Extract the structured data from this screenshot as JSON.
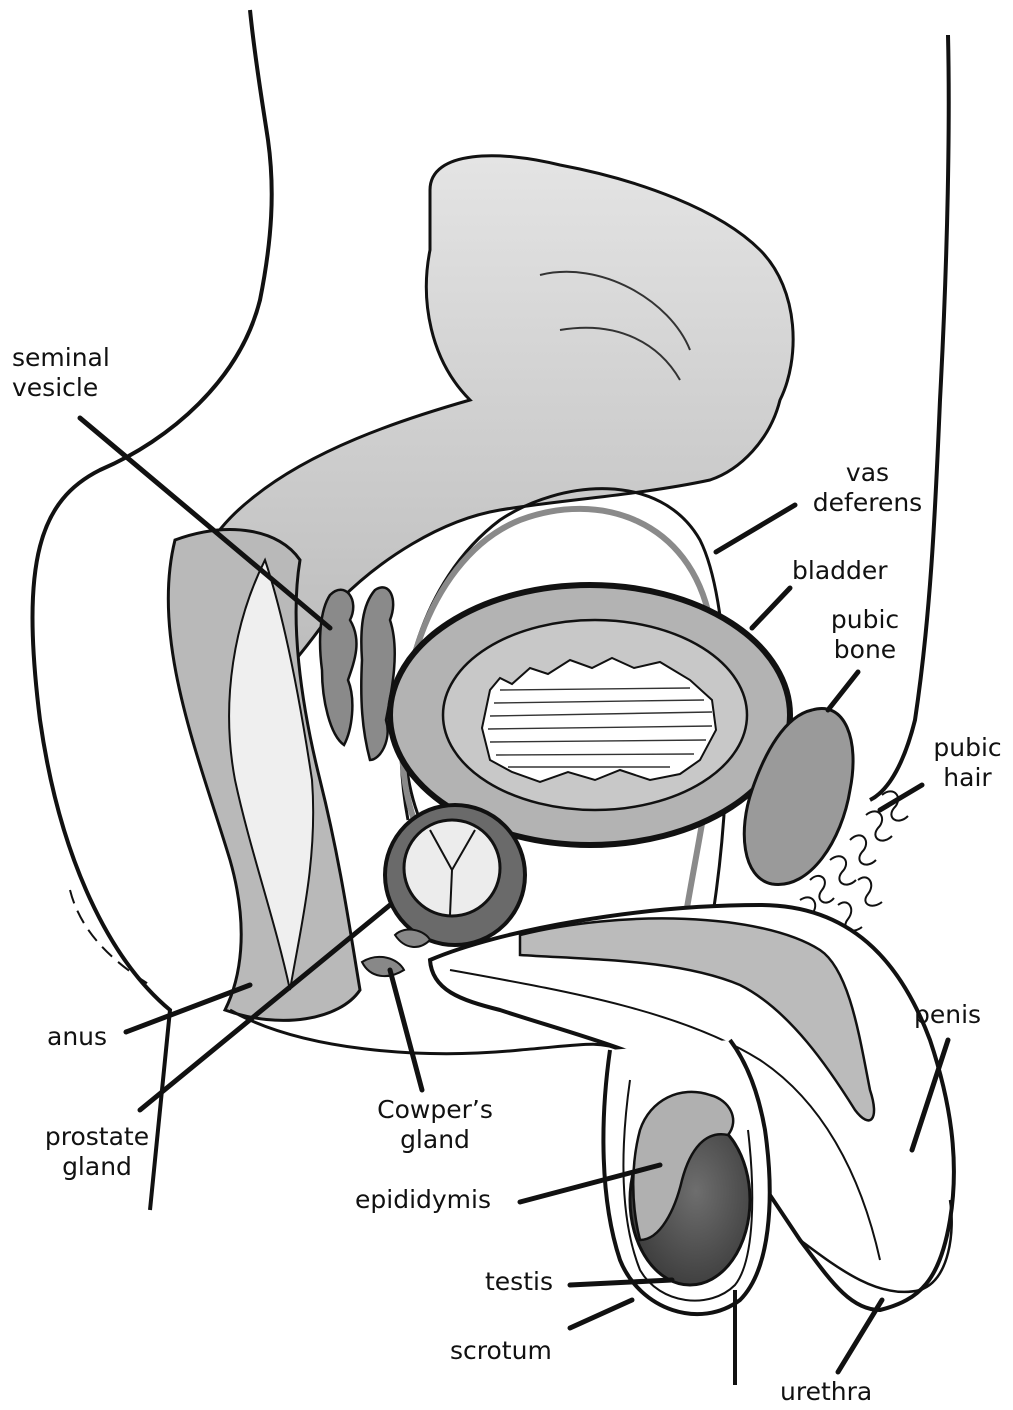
{
  "labels": {
    "seminal_vesicle": "seminal\nvesicle",
    "vas_deferens": "vas\ndeferens",
    "bladder": "bladder",
    "pubic_bone": "pubic\nbone",
    "pubic_hair": "pubic\nhair",
    "penis": "penis",
    "anus": "anus",
    "prostate_gland": "prostate\ngland",
    "cowpers_gland": "Cowper’s\ngland",
    "epididymis": "epididymis",
    "testis": "testis",
    "scrotum": "scrotum",
    "urethra": "urethra"
  },
  "colors": {
    "outline": "#111111",
    "tissue": "#b3b3b3",
    "tissue_light": "#c9c9c9",
    "intestine": "#bdbdbd",
    "duct": "#8a8a8a",
    "bone": "#9a9a9a",
    "testis": "#555555",
    "prostate": "#6a6a6a",
    "leader": "#111111"
  }
}
